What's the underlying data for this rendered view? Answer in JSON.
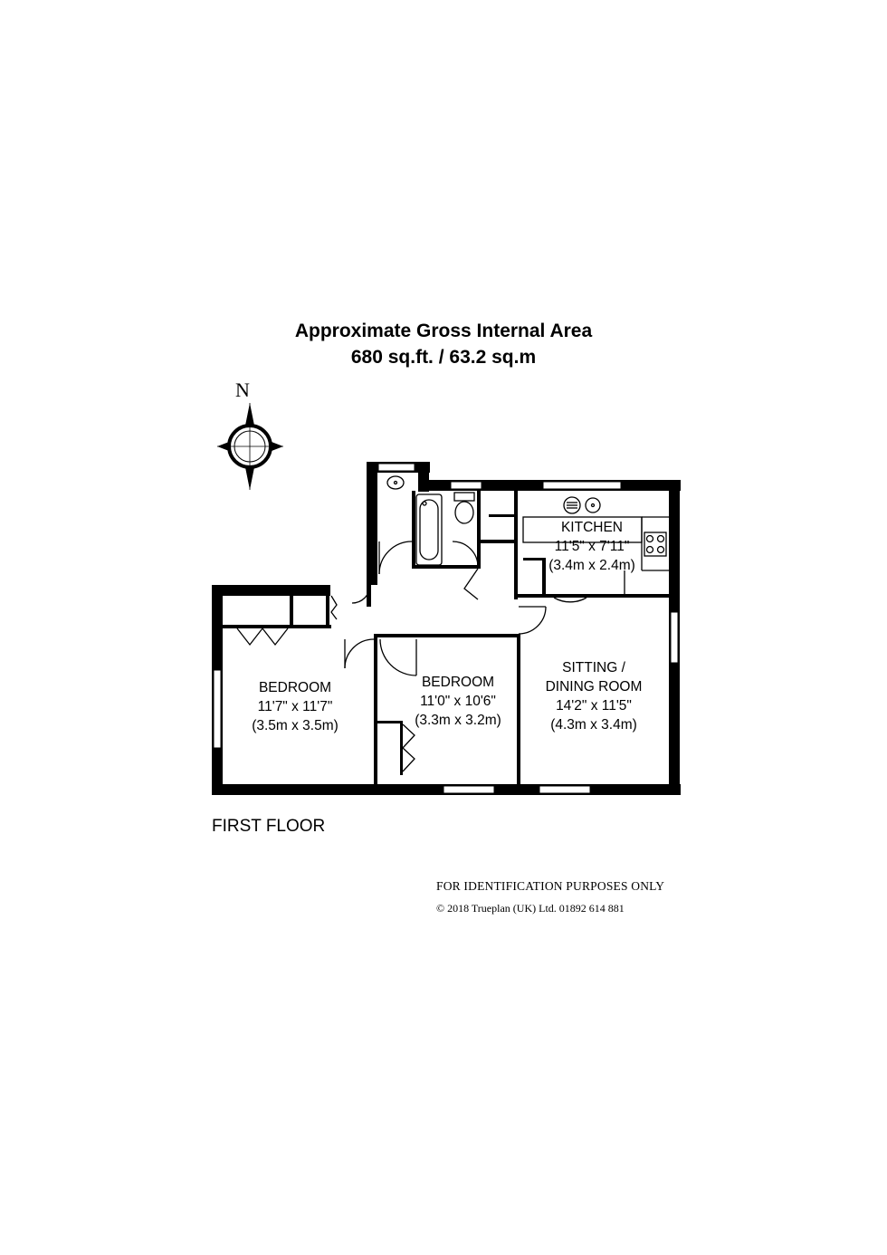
{
  "header": {
    "title": "Approximate Gross Internal Area",
    "area": "680 sq.ft.  /  63.2 sq.m"
  },
  "compass": {
    "north_label": "N"
  },
  "rooms": {
    "kitchen": {
      "name": "KITCHEN",
      "imperial": "11'5\" x 7'11\"",
      "metric": "(3.4m x 2.4m)"
    },
    "sitting": {
      "name_line1": "SITTING /",
      "name_line2": "DINING ROOM",
      "imperial": "14'2\" x 11'5\"",
      "metric": "(4.3m x 3.4m)"
    },
    "bedroom1": {
      "name": "BEDROOM",
      "imperial": "11'7\" x 11'7\"",
      "metric": "(3.5m x 3.5m)"
    },
    "bedroom2": {
      "name": "BEDROOM",
      "imperial": "11'0\" x 10'6\"",
      "metric": "(3.3m x 3.2m)"
    }
  },
  "floor_label": "FIRST FLOOR",
  "footer": {
    "disclaimer": "FOR IDENTIFICATION PURPOSES ONLY",
    "copyright": "© 2018 Trueplan (UK) Ltd. 01892 614 881"
  },
  "colors": {
    "wall": "#000000",
    "background": "#ffffff"
  }
}
